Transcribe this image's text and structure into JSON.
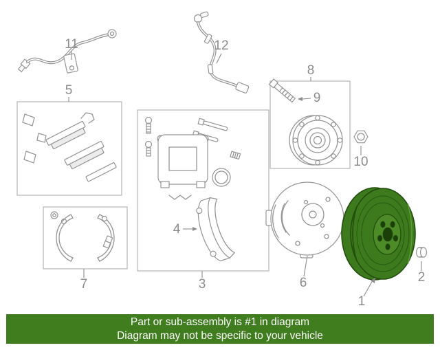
{
  "banner": {
    "line1": "Part or sub-assembly is #1 in diagram",
    "line2": "Diagram may not be specific to your vehicle"
  },
  "labels": {
    "1": "1",
    "2": "2",
    "3": "3",
    "4": "4",
    "5": "5",
    "6": "6",
    "7": "7",
    "8": "8",
    "9": "9",
    "10": "10",
    "11": "11",
    "12": "12"
  },
  "highlighted_part": "1",
  "colors": {
    "banner": "#3f7d1e",
    "line": "#949494",
    "box": "#b4b4b4",
    "label": "#8c8c8c",
    "hl": "#3c7a1d",
    "hlLight": "#4c8b27",
    "hlDark": "#224d0c",
    "hlHole": "#1c3f0a",
    "hlHi": "#5d9c36"
  }
}
